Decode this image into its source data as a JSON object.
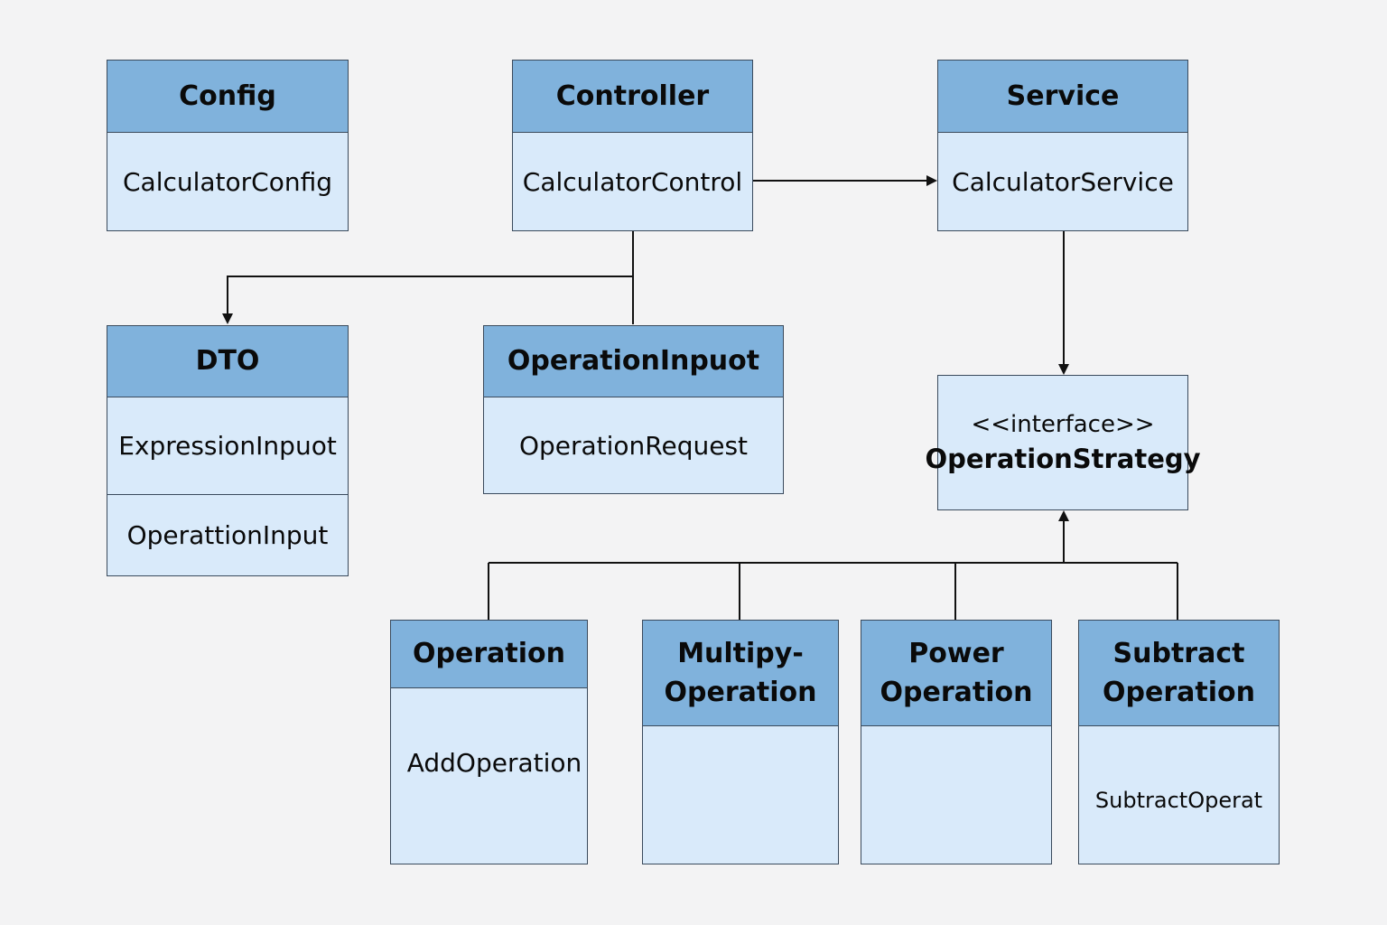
{
  "boxes": {
    "config": {
      "title": "Config",
      "rows": [
        "CalculatorConfig"
      ]
    },
    "controller": {
      "title": "Controller",
      "rows": [
        "CalculatorControl"
      ]
    },
    "service": {
      "title": "Service",
      "rows": [
        "CalculatorService"
      ]
    },
    "dto": {
      "title": "DTO",
      "rows": [
        "ExpressionInpuot",
        "OperattionInput"
      ]
    },
    "operation_input": {
      "title": "OperationInpuot",
      "rows": [
        "OperationRequest"
      ]
    },
    "interface": {
      "stereotype": "<<interface>>",
      "name": "OperationStrategy"
    },
    "operation": {
      "title": "Operation",
      "rows": [
        "AddOperation"
      ]
    },
    "multiply": {
      "title_lines": [
        "Multipy-",
        "Operation"
      ],
      "rows": []
    },
    "power": {
      "title_lines": [
        "Power",
        "Operation"
      ],
      "rows": []
    },
    "subtract": {
      "title_lines": [
        "Subtract",
        "Operation"
      ],
      "rows": [
        "SubtractOperat"
      ]
    }
  },
  "colors": {
    "header": "#80b2dc",
    "body": "#d9eafa",
    "border": "#3a4a5c",
    "line": "#111111",
    "background": "#f3f3f4"
  }
}
